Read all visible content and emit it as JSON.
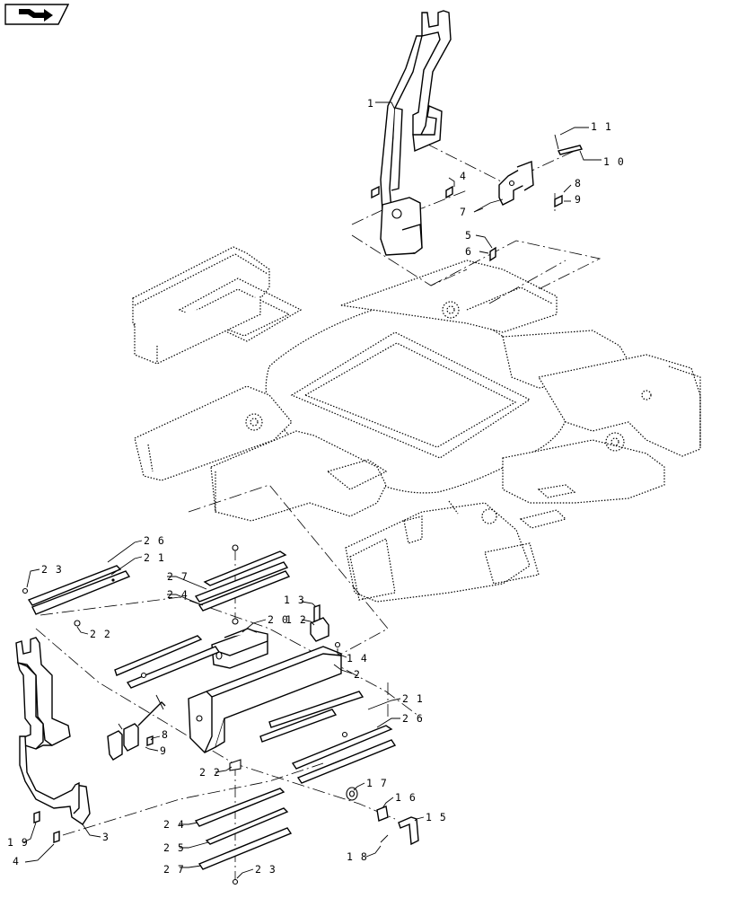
{
  "header": {
    "nav_icon": "forward-arrow-icon"
  },
  "callouts": [
    {
      "id": "c1",
      "text": "1"
    },
    {
      "id": "c4a",
      "text": "4"
    },
    {
      "id": "c11",
      "text": "1 1"
    },
    {
      "id": "c10",
      "text": "1 0"
    },
    {
      "id": "c8a",
      "text": "8"
    },
    {
      "id": "c9a",
      "text": "9"
    },
    {
      "id": "c7",
      "text": "7"
    },
    {
      "id": "c5",
      "text": "5"
    },
    {
      "id": "c6",
      "text": "6"
    },
    {
      "id": "c26a",
      "text": "2 6"
    },
    {
      "id": "c21a",
      "text": "2 1"
    },
    {
      "id": "c23a",
      "text": "2 3"
    },
    {
      "id": "c22a",
      "text": "2 2"
    },
    {
      "id": "c27a",
      "text": "2 7"
    },
    {
      "id": "c24a",
      "text": "2 4"
    },
    {
      "id": "c13",
      "text": "1 3"
    },
    {
      "id": "c20",
      "text": "2 0"
    },
    {
      "id": "c12",
      "text": "1 2"
    },
    {
      "id": "c14",
      "text": "1 4"
    },
    {
      "id": "c2",
      "text": "2"
    },
    {
      "id": "c21b",
      "text": "2 1"
    },
    {
      "id": "c26b",
      "text": "2 6"
    },
    {
      "id": "c8b",
      "text": "8"
    },
    {
      "id": "c9b",
      "text": "9"
    },
    {
      "id": "c22b",
      "text": "2 2"
    },
    {
      "id": "c17",
      "text": "1 7"
    },
    {
      "id": "c16",
      "text": "1 6"
    },
    {
      "id": "c15",
      "text": "1 5"
    },
    {
      "id": "c19",
      "text": "1 9"
    },
    {
      "id": "c3",
      "text": "3"
    },
    {
      "id": "c4b",
      "text": "4"
    },
    {
      "id": "c24b",
      "text": "2 4"
    },
    {
      "id": "c25",
      "text": "2 5"
    },
    {
      "id": "c27b",
      "text": "2 7"
    },
    {
      "id": "c23b",
      "text": "2 3"
    },
    {
      "id": "c18",
      "text": "1 8"
    }
  ]
}
